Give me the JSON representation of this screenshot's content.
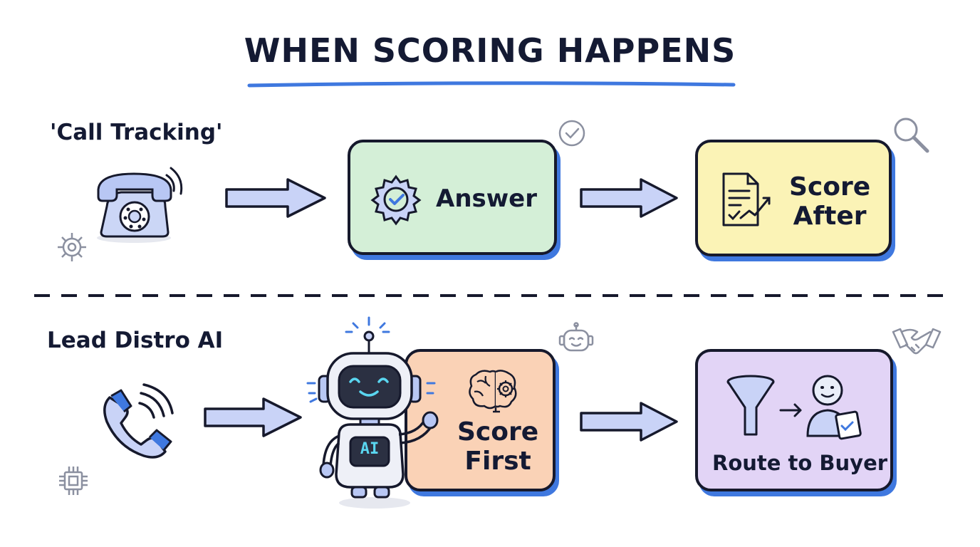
{
  "title": "WHEN SCORING HAPPENS",
  "rows": {
    "top": {
      "label": "'Call Tracking'",
      "step1": "Answer",
      "step2_line1": "Score",
      "step2_line2": "After"
    },
    "bottom": {
      "label": "Lead Distro AI",
      "robot_badge": "AI",
      "step1_line1": "Score",
      "step1_line2": "First",
      "step2": "Route to Buyer"
    }
  },
  "colors": {
    "accent_blue": "#3f78df",
    "arrow_fill": "#c9d3f7",
    "answer_card": "#d4efd7",
    "score_after_card": "#fbf3b6",
    "score_first_card": "#fad2b6",
    "route_card": "#e2d4f6",
    "ink": "#15192e"
  }
}
